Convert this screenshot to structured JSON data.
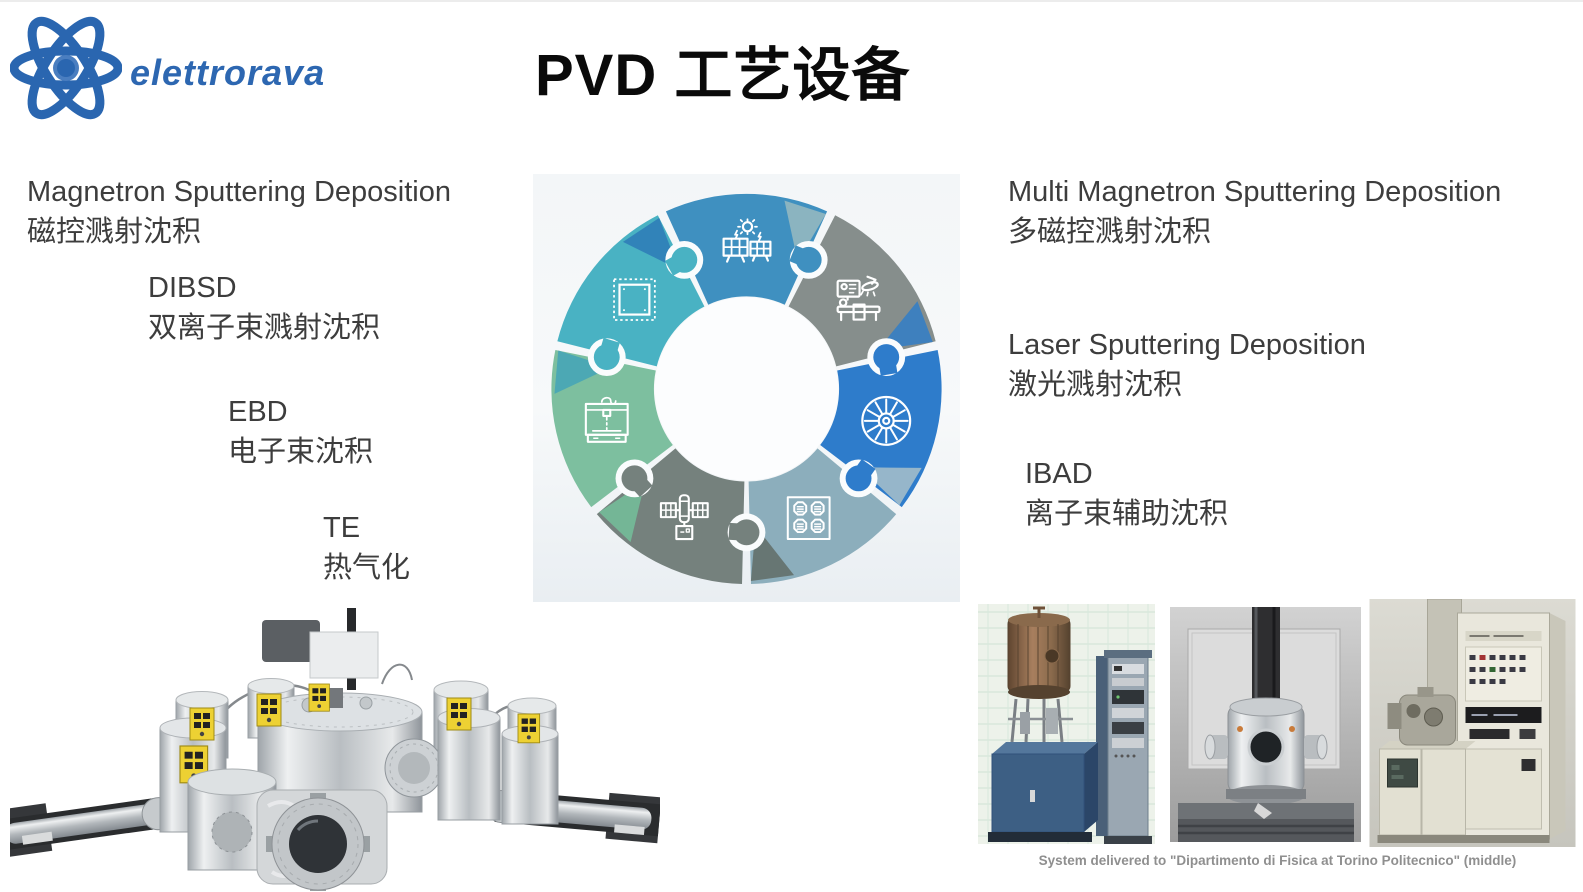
{
  "logo": {
    "brand": "elettrorava",
    "color": "#2d67b1"
  },
  "title": "PVD 工艺设备",
  "left_labels": [
    {
      "en": "Magnetron Sputtering Deposition",
      "zh": "磁控溅射沈积"
    },
    {
      "en": "DIBSD",
      "zh": "双离子束溅射沈积"
    },
    {
      "en": "EBD",
      "zh": "电子束沈积"
    },
    {
      "en": "TE",
      "zh": "热气化"
    }
  ],
  "right_labels": [
    {
      "en": "Multi Magnetron Sputtering Deposition",
      "zh": "多磁控溅射沈积"
    },
    {
      "en": "Laser Sputtering Deposition",
      "zh": "激光溅射沈积"
    },
    {
      "en": "IBAD",
      "zh": "离子束辅助沈积"
    }
  ],
  "diagram": {
    "pieces": [
      {
        "icon": "solar-panel",
        "color": "#3f90c0",
        "accent": "#8fb6c0"
      },
      {
        "icon": "medical-station",
        "color": "#868e8c",
        "accent": "#3a7fc1"
      },
      {
        "icon": "turbine",
        "color": "#2e7ccb",
        "accent": "#9cb9c9"
      },
      {
        "icon": "wafer-chips",
        "color": "#8caebc",
        "accent": "#65736f"
      },
      {
        "icon": "satellite",
        "color": "#75817d",
        "accent": "#74b898"
      },
      {
        "icon": "printer-3d",
        "color": "#7dbf9f",
        "accent": "#4aa7b5"
      },
      {
        "icon": "microchip",
        "color": "#49b2c3",
        "accent": "#3081b8"
      }
    ]
  },
  "photos": {
    "caption": "System delivered to \"Dipartimento di Fisica at Torino Politecnico\" (middle)"
  }
}
